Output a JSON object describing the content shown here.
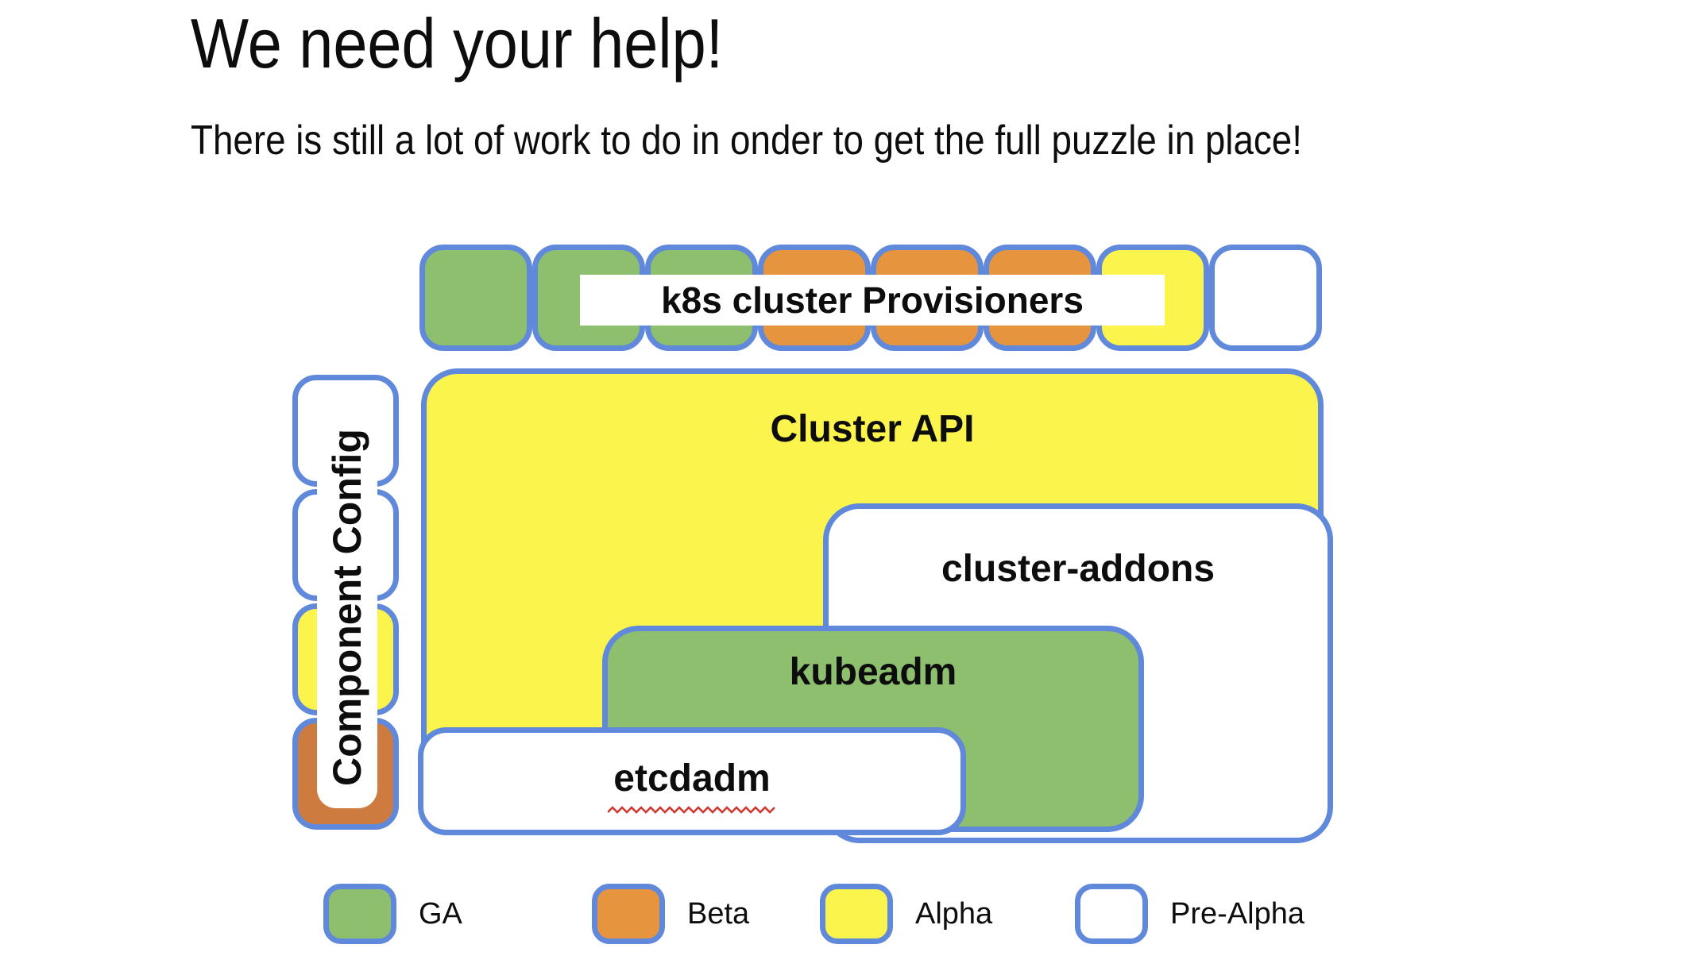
{
  "page": {
    "title": "We need your help!",
    "subtitle": "There is still a lot of work to do in onder to get the full puzzle in place!"
  },
  "colors": {
    "border_blue": "#6189db",
    "ga": "#8dbf6e",
    "beta": "#e6953e",
    "alpha": "#fbf44c",
    "pre_alpha": "#ffffff",
    "beta_dark": "#ce7b40",
    "spellcheck_red": "#cf3a32",
    "text_black": "#0d0d0d"
  },
  "diagram": {
    "provisioners": {
      "label": "k8s cluster Provisioners",
      "squares": [
        "ga",
        "ga",
        "ga",
        "beta",
        "beta",
        "beta",
        "alpha",
        "pre_alpha"
      ]
    },
    "component_config": {
      "label": "Component Config",
      "squares": [
        "pre_alpha",
        "pre_alpha",
        "alpha",
        "beta_dark"
      ]
    },
    "boxes": {
      "cluster_api": {
        "label": "Cluster API",
        "status": "alpha"
      },
      "cluster_addons": {
        "label": "cluster-addons",
        "status": "pre_alpha"
      },
      "kubeadm": {
        "label": "kubeadm",
        "status": "ga"
      },
      "etcdadm": {
        "label": "etcdadm",
        "status": "pre_alpha",
        "spellcheck_underline": true
      }
    }
  },
  "legend": {
    "items": [
      {
        "label": "GA",
        "status": "ga"
      },
      {
        "label": "Beta",
        "status": "beta"
      },
      {
        "label": "Alpha",
        "status": "alpha"
      },
      {
        "label": "Pre-Alpha",
        "status": "pre_alpha"
      }
    ]
  }
}
